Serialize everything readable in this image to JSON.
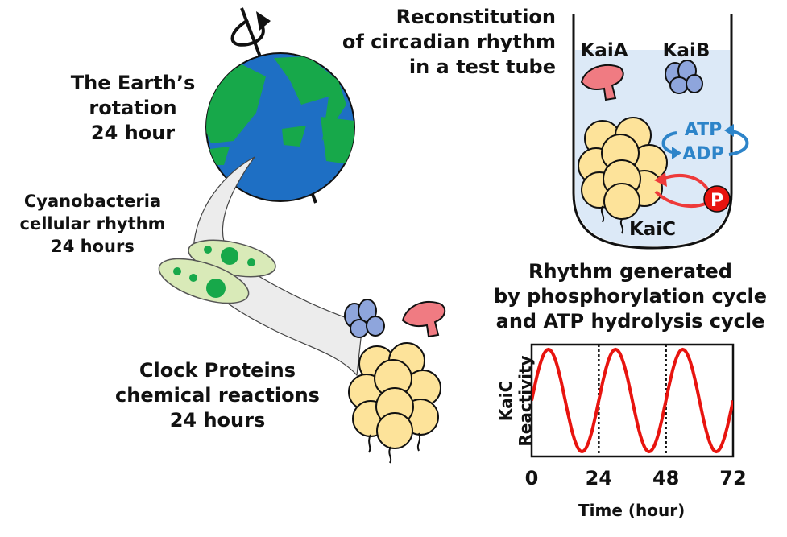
{
  "earth": {
    "lines": [
      "The Earth’s",
      "rotation",
      "24 hour"
    ]
  },
  "cyano": {
    "lines": [
      "Cyanobacteria",
      "cellular rhythm",
      "24 hours"
    ]
  },
  "clock": {
    "lines": [
      "Clock Proteins",
      "chemical reactions",
      "24 hours"
    ]
  },
  "reconstitution": {
    "lines": [
      "Reconstitution",
      "of circadian rhythm",
      "in a test tube"
    ]
  },
  "tube": {
    "kaia": "KaiA",
    "kaib": "KaiB",
    "kaic": "KaiC",
    "atp": "ATP",
    "adp": "ADP",
    "phospho": "P"
  },
  "rhythm": {
    "lines": [
      "Rhythm generated",
      "by phosphorylation cycle",
      "and ATP hydrolysis cycle"
    ]
  },
  "colors": {
    "ocean": "#1e6fc4",
    "land": "#17a84a",
    "kaic": "#fde39a",
    "kaia": "#f07b82",
    "kaib": "#8ea5dc",
    "curve": "#e8140f",
    "atp_arrow": "#2d84c9",
    "p_arrow": "#ee3a3a",
    "tube_fill": "#dce9f7"
  },
  "chart_data": {
    "type": "line",
    "xlabel": "Time (hour)",
    "ylabel": "KaiC Reactivity",
    "xlim": [
      0,
      72
    ],
    "ylim": [
      -1,
      1
    ],
    "xticks": [
      "0",
      "24",
      "48",
      "72"
    ],
    "period_hours": 24,
    "peak_hours": [
      6,
      30,
      54
    ],
    "trough_hours": [
      18,
      42,
      66
    ],
    "dotted_guides_at": [
      24,
      48
    ],
    "series": [
      {
        "values": [
          0.0,
          1.0,
          0.0,
          -1.0,
          0.0,
          1.0,
          0.0,
          -1.0,
          0.0,
          1.0,
          0.0,
          -1.0,
          0.0
        ],
        "x": [
          0,
          6,
          12,
          18,
          24,
          30,
          36,
          42,
          48,
          54,
          60,
          66,
          72
        ]
      }
    ]
  }
}
